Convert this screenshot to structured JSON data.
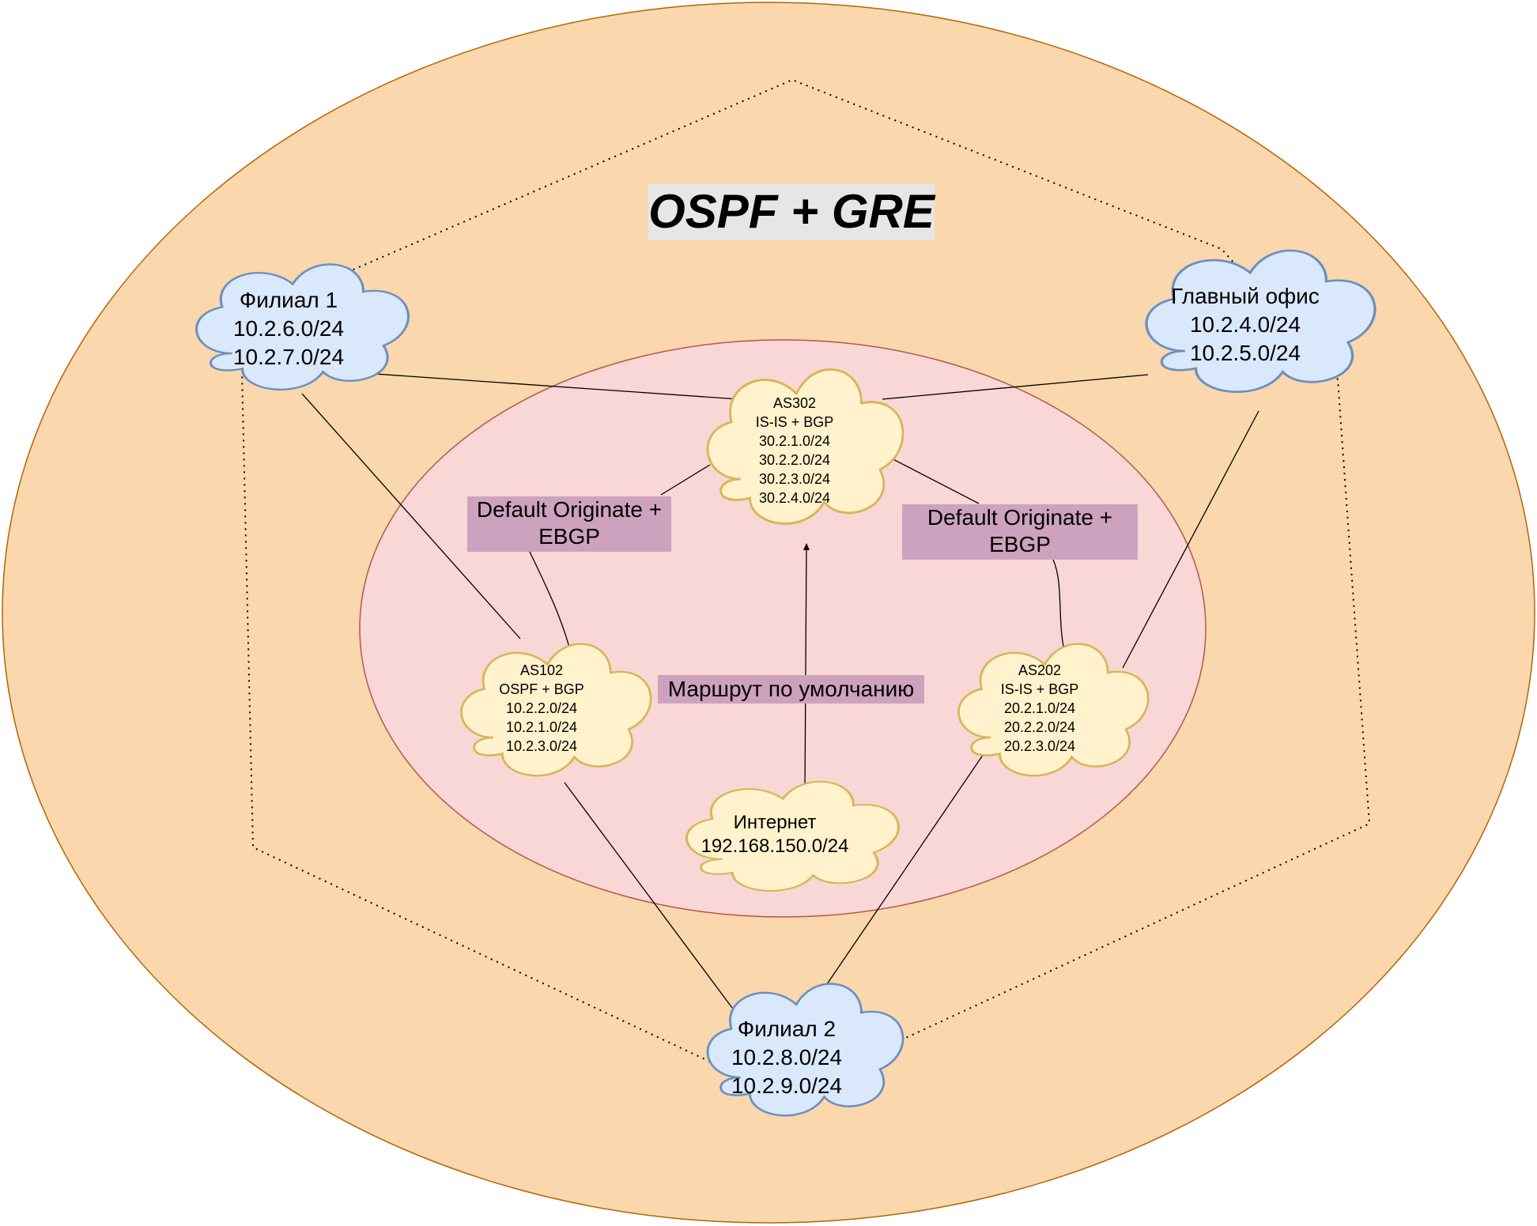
{
  "title": "OSPF + GRE",
  "colors": {
    "outer_zone": "#fad7ac",
    "outer_stroke": "#b46504",
    "inner_zone": "#f8d7d6",
    "inner_stroke": "#b85450",
    "office_cloud": "#dae8fc",
    "office_stroke": "#6c8ebf",
    "as_cloud": "#fff2cc",
    "as_stroke": "#d6b656",
    "tag_fill": "#cda2be"
  },
  "nodes": {
    "branch1": {
      "lines": [
        "Филиал 1",
        "10.2.6.0/24",
        "10.2.7.0/24"
      ]
    },
    "main_office": {
      "lines": [
        "Главный офис",
        "10.2.4.0/24",
        "10.2.5.0/24"
      ]
    },
    "branch2": {
      "lines": [
        "Филиал 2",
        "10.2.8.0/24",
        "10.2.9.0/24"
      ]
    },
    "as302": {
      "lines": [
        "AS302",
        "IS-IS + BGP",
        "30.2.1.0/24",
        "30.2.2.0/24",
        "30.2.3.0/24",
        "30.2.4.0/24"
      ]
    },
    "as102": {
      "lines": [
        "AS102",
        "OSPF + BGP",
        "10.2.2.0/24",
        "10.2.1.0/24",
        "10.2.3.0/24"
      ]
    },
    "as202": {
      "lines": [
        "AS202",
        "IS-IS + BGP",
        "20.2.1.0/24",
        "20.2.2.0/24",
        "20.2.3.0/24"
      ]
    },
    "internet": {
      "lines": [
        "Интернет",
        "192.168.150.0/24"
      ]
    }
  },
  "labels": {
    "default_left": [
      "Default Originate +",
      "EBGP"
    ],
    "default_right": [
      "Default Originate +",
      "EBGP"
    ],
    "default_route": "Маршрут по умолчанию"
  }
}
